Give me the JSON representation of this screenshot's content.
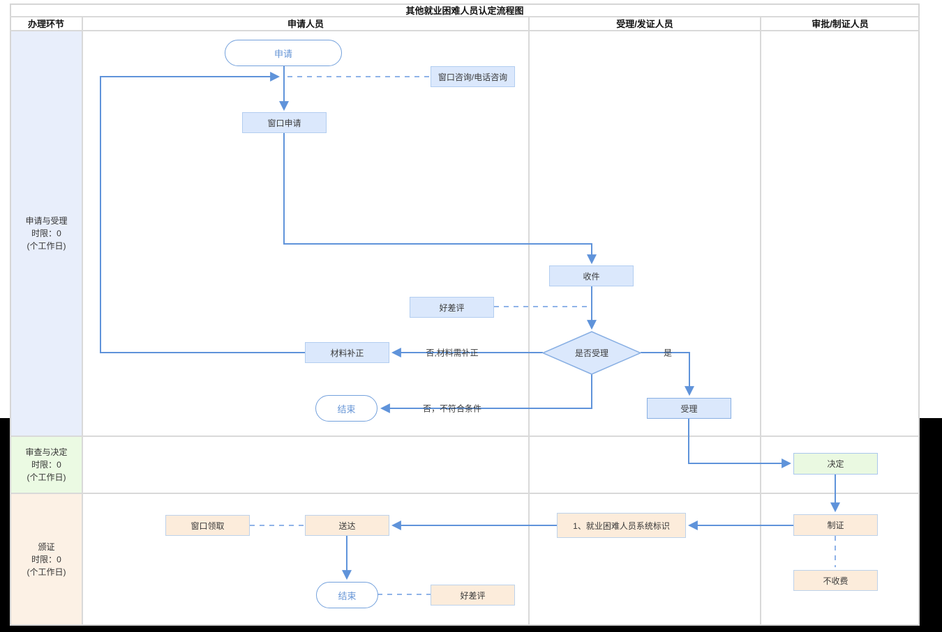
{
  "title": "其他就业困难人员认定流程图",
  "headers": {
    "col0": "办理环节",
    "col1": "申请人员",
    "col2": "受理/发证人员",
    "col3": "审批/制证人员"
  },
  "lanes": {
    "lane1": {
      "name": "申请与受理",
      "limit": "时限：0",
      "unit": "(个工作日)"
    },
    "lane2": {
      "name": "审查与决定",
      "limit": "时限：0",
      "unit": "(个工作日)"
    },
    "lane3": {
      "name": "颁证",
      "limit": "时限：0",
      "unit": "(个工作日)"
    }
  },
  "nodes": {
    "start": "申请",
    "window_consult": "窗口咨询/电话咨询",
    "window_apply": "窗口申请",
    "receive_docs": "收件",
    "rating_top": "好差评",
    "accept_question": "是否受理",
    "material_fix": "材料补正",
    "end_top": "结束",
    "accept": "受理",
    "decide": "决定",
    "make_cert": "制证",
    "no_fee": "不收费",
    "system_mark": "1、就业困难人员系统标识",
    "deliver": "送达",
    "window_pickup": "窗口领取",
    "end_bottom": "结束",
    "rating_bottom": "好差评"
  },
  "edge_labels": {
    "no_need_fix": "否,材料需补正",
    "yes": "是",
    "no_reject": "否，不符合条件"
  },
  "colors": {
    "line_blue": "#5f93da",
    "dash_blue": "#8fb3e8",
    "box_blue_fill": "#dbe8fc",
    "box_green_fill": "#eaf9e1",
    "box_peach_fill": "#fcecdb",
    "lane_blue": "#e8eefb",
    "lane_green": "#ebfae3",
    "lane_peach": "#fcf1e5",
    "grid_gray": "#d9d9d9"
  }
}
